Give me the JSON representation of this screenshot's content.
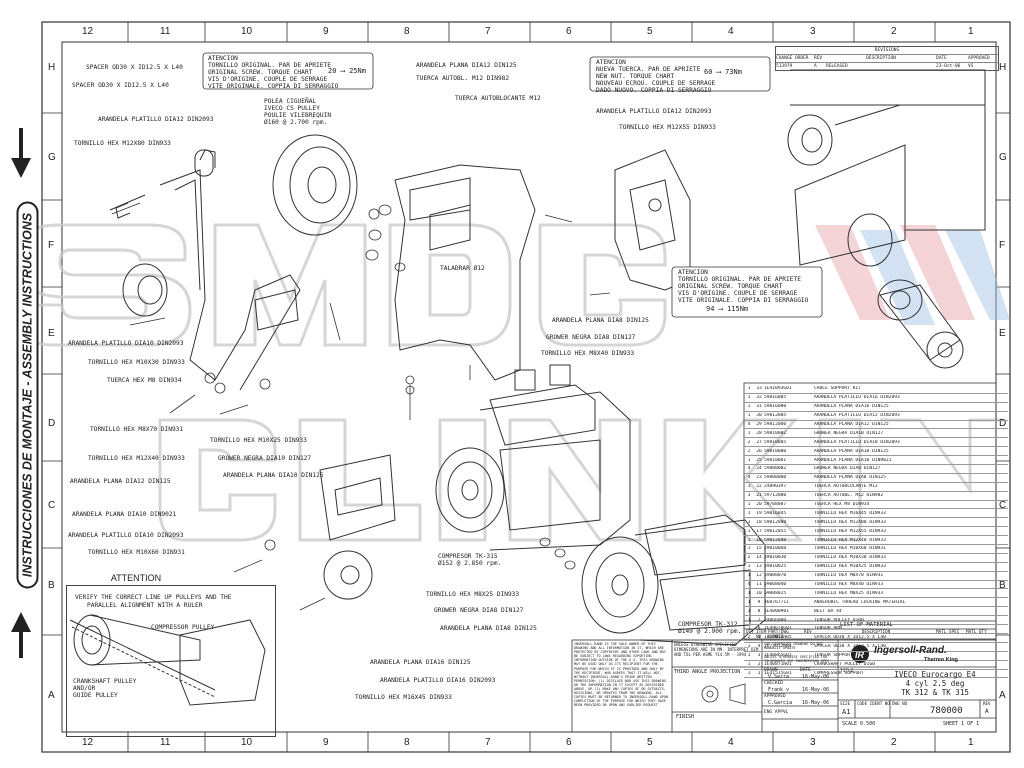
{
  "side_label": "INSTRUCCIONES DE MONTAJE - ASSEMBLY INSTRUCTIONS",
  "grid_top": [
    "12",
    "11",
    "10",
    "9",
    "8",
    "7",
    "6",
    "5",
    "4",
    "3",
    "2",
    "1"
  ],
  "grid_bottom": [
    "12",
    "11",
    "10",
    "9",
    "8",
    "7",
    "6",
    "5",
    "4",
    "3",
    "2",
    "1"
  ],
  "grid_rows": [
    "H",
    "G",
    "F",
    "E",
    "D",
    "C",
    "B",
    "A"
  ],
  "revisions": {
    "title": "REVISIONS",
    "headers": [
      "CHANGE ORDER",
      "REV",
      "DESCRIPTION",
      "DATE",
      "APPROVED"
    ],
    "row": [
      "513979",
      "A",
      "RELEASED",
      "23-Oct-06",
      "VS"
    ]
  },
  "notes": {
    "torque1": {
      "lines": [
        "ATENCION",
        "TORNILLO ORIGINAL. PAR DE APRIETE",
        "ORIGINAL SCREW. TORQUE CHART",
        "VIS D'ORIGINE. COUPLE DE SERRAGE",
        "VITE ORIGINALE. COPPIA DI SERRAGGIO"
      ],
      "value": "20 ⟶ 25Nm"
    },
    "torque2": {
      "lines": [
        "ATENCION",
        "NUEVA TUERCA. PAR DE APRIETE",
        "NEW NUT. TORQUE CHART",
        "NOUVEAU ECROU. COUPLE DE SERRAGE",
        "DADO NUOVO. COPPIA DI SERRAGGIO"
      ],
      "value": "60 ⟶ 73Nm"
    },
    "torque3": {
      "lines": [
        "ATENCION",
        "TORNILLO ORIGINAL. PAR DE APRIETE",
        "ORIGINAL SCREW. TORQUE CHART",
        "VIS D'ORIGINE. COUPLE DE SERRAGE",
        "VITE ORIGINALE. COPPIA DI SERRAGGIO"
      ],
      "value": "94 ⟶ 115Nm"
    }
  },
  "callouts": [
    "SPACER OD30 X ID12.5 X L40",
    "SPACER OD30 X ID12.5 X L40",
    "ARANDELA PLATILLO DIA12 DIN2093",
    "TORNILLO HEX M12X80 DIN933",
    "POLEA CIGUEÑAL",
    "IVECO CS PULLEY",
    "POULIE VILEBREQUIN",
    "Ø160 @ 2.700 rpm.",
    "ARANDELA PLANA DIA12 DIN125",
    "TUERCA AUTOBL. M12 DIN982",
    "TUERCA AUTOBLOCANTE M12",
    "ARANDELA PLATILLO DIA12 DIN2093",
    "TORNILLO HEX M12X55 DIN933",
    "TALADRAR Ø12",
    "ARANDELA PLANA DIA8 DIN125",
    "GROWER NEGRA DIA8 DIN127",
    "TORNILLO HEX M8X40 DIN933",
    "ARANDELA PLATILLO DIA10 DIN2093",
    "TORNILLO HEX M10X30 DIN933",
    "TUERCA HEX M8 DIN934",
    "TORNILLO HEX M8X70 DIN931",
    "TORNILLO HEX M10X25 DIN933",
    "GROWER NEGRA DIA10 DIN127",
    "TORNILLO HEX M12X40 DIN933",
    "ARANDELA PLANA DIA10 DIN125",
    "ARANDELA PLANA DIA12 DIN125",
    "ARANDELA PLANA DIA10 DIN9021",
    "ARANDELA PLATILLO DIA10 DIN2093",
    "TORNILLO HEX M10X60 DIN931",
    "COMPRESOR TK-315",
    "Ø152 @ 2.850 rpm.",
    "TORNILLO HEX M8X25 DIN933",
    "GROWER NEGRA DIA8 DIN127",
    "ARANDELA PLANA DIA8 DIN125",
    "COMPRESOR TK-312",
    "Ø149 @ 2.900 rpm.",
    "ARANDELA PLANA DIA16 DIN125",
    "ARANDELA PLATILLO DIA16 DIN2093",
    "TORNILLO HEX M16X45 DIN933"
  ],
  "attention": {
    "title": "ATTENTION",
    "lines": [
      "VERIFY THE CORRECT LINE UP PULLEYS AND THE",
      "PARALLEL ALIGNMENT WITH A RULER"
    ],
    "compressor_label": "COMPRESSOR PULLEY",
    "crank_label": [
      "CRANKSHAFT PULLEY",
      "AND/OR",
      "GUIDE PULLEY"
    ]
  },
  "bom": {
    "rows": [
      [
        "1",
        "33",
        "1E41093G01",
        "",
        "CABLE SUPPORT KIT"
      ],
      [
        "1",
        "32",
        "59816005",
        "",
        "ARANDELA PLATILLO DIA16 DIN2093"
      ],
      [
        "1",
        "31",
        "59816000",
        "",
        "ARANDELA PLANA DIA16 DIN125"
      ],
      [
        "1",
        "30",
        "59812005",
        "",
        "ARANDELA PLATILLO DIA12 DIN2093"
      ],
      [
        "4",
        "29",
        "59812000",
        "",
        "ARANDELA PLANA DIA12 DIN125"
      ],
      [
        "1",
        "28",
        "59810002",
        "",
        "GROWER NEGRA DIA10 DIN127"
      ],
      [
        "2",
        "27",
        "59810005",
        "",
        "ARANDELA PLATILLO DIA10 DIN2093"
      ],
      [
        "2",
        "26",
        "59810000",
        "",
        "ARANDELA PLANA DIA10 DIN125"
      ],
      [
        "1",
        "25",
        "59810001",
        "",
        "ARANDELA PLANA DIA10 DIN9021"
      ],
      [
        "4",
        "24",
        "59808002",
        "",
        "GROWER NEGRA DIA8 DIN127"
      ],
      [
        "4",
        "23",
        "59808000",
        "",
        "ARANDELA PLANA DIA8 DIN125"
      ],
      [
        "1",
        "22",
        "24090397",
        "",
        "TUERCA AUTOBLOCANTE M12"
      ],
      [
        "3",
        "21",
        "59712000",
        "",
        "TUERCA AUTOBL. M12 DIN982"
      ],
      [
        "1",
        "20",
        "59708007",
        "",
        "TUERCA HEX M8 DIN934"
      ],
      [
        "1",
        "19",
        "59016045",
        "",
        "TORNILLO HEX M16X45 DIN933"
      ],
      [
        "1",
        "18",
        "59012080",
        "",
        "TORNILLO HEX M12X80 DIN933"
      ],
      [
        "1",
        "17",
        "59012055",
        "",
        "TORNILLO HEX M12X55 DIN933"
      ],
      [
        "1",
        "16",
        "59012040",
        "",
        "TORNILLO HEX M12X40 DIN933"
      ],
      [
        "1",
        "15",
        "59010060",
        "",
        "TORNILLO HEX M10X60 DIN931"
      ],
      [
        "2",
        "14",
        "59010030",
        "",
        "TORNILLO HEX M10X30 DIN933"
      ],
      [
        "1",
        "13",
        "59010025",
        "",
        "TORNILLO HEX M10X25 DIN933"
      ],
      [
        "1",
        "12",
        "59008070",
        "",
        "TORNILLO HEX M8X70 DIN931"
      ],
      [
        "4",
        "11",
        "59008040",
        "",
        "TORNILLO HEX M8X40 DIN933"
      ],
      [
        "1",
        "10",
        "59008025",
        "",
        "TORNILLO HEX M8X25 DIN933"
      ],
      [
        "1",
        "9",
        "368767711",
        "",
        "ANAEROBIC THREAD LOCKING MATERIAL"
      ],
      [
        "1",
        "8",
        "1E4000901",
        "",
        "BELT BX 44"
      ],
      [
        "1",
        "7",
        "24066000",
        "",
        "TENSOR PULLEY D100"
      ],
      [
        "1",
        "6",
        "1E49678G01",
        "",
        "TENSOR ARM"
      ],
      [
        "2",
        "5",
        "1E73012H05",
        "",
        "SPACER OD30 X ID12.5 X L40"
      ],
      [
        "1",
        "4",
        "1E73012H04",
        "",
        "SPACER OD30 X ID12.5 X L40"
      ],
      [
        "1",
        "3",
        "1E40865G01",
        "",
        "TENSOR SUPPORT"
      ],
      [
        "1",
        "2",
        "1E40871H01",
        "",
        "CRANKSHAFT PULLEY D160"
      ],
      [
        "1",
        "1",
        "1E41515G01",
        "",
        "COMPRESSOR SUPPORT"
      ]
    ],
    "header": [
      "QTY",
      "ITEM NO",
      "PART/DWG NUMBER",
      "REV",
      "DESCRIPTION",
      "MATL SPEC",
      "MATL QTY"
    ],
    "title": "LIST OF MATERIAL"
  },
  "title_block": {
    "legal": "INGERSOLL-RAND IS THE SOLE OWNER OF THIS DRAWING AND ALL INFORMATION IN IT, WHICH ARE PROTECTED BY COPYRIGHT AND OTHER LAWS AND MAY BE SUBJECT TO LAWS REGARDING EXPORTING INFORMATION OUTSIDE OF THE U.S. THIS DRAWING MAY BE USED ONLY AS ITS RECIPIENT FOR THE PURPOSE FOR WHICH IT IS PROVIDED AND ONLY BY THE RECIPIENT, WHO AGREES THAT IT WILL NOT, WITHOUT INGERSOLL-RAND'S PRIOR WRITTEN PERMISSION: (1) DISCLOSE NOR USE THIS DRAWING OR THE INFORMATION IN IT EXCEPT AS DESCRIBED ABOVE, OR (2) MAKE ANY COPIES OF OR EXTRACTS, REVISIONS, OR UPDATES FROM THE DRAWING. ALL COPIES MUST BE RETURNED TO INGERSOLL-RAND UPON COMPLETION OF THE PURPOSE FOR WHICH THEY HAVE BEEN PROVIDED OR UPON ANY EARLIER REQUEST.",
    "tolerance": "UNLESS OTHERWISE SPECIFIED DIMENSIONS ARE IN MM. INTERPRET DIM AND TOL PER ASME Y14.5M - 1994",
    "projection": "THIRD ANGLE PROJECTION",
    "finish": "FINISH",
    "cad": "CAD GENERATED DRAWING DO NOT MANUALLY UPDATE",
    "unless": "UNLESS OTHERWISE SPECIFIED FOR TOLERANCES SEE ENGINEERING SPEC",
    "drawn_label": "DRAWN",
    "drawn_by": "V.Serra",
    "drawn_date": "16-May-06",
    "checked_label": "CHECKED",
    "checked_by": "Frank v",
    "checked_date": "16-May-06",
    "approved_label": "APPROVED",
    "approved_by": "C.Garcia",
    "approved_date": "16-May-06",
    "eng_label": "ENG APPVL",
    "date_label": "DATE",
    "brand": "Ingersoll-Rand.",
    "brand_sub": "Thermo King",
    "title_label": "TITLE",
    "title_lines": [
      "IVECO Eurocargo E4",
      "4 cyl 2.5 deg",
      "TK 312 & TK 315"
    ],
    "size_label": "SIZE",
    "size": "A1",
    "code_label": "CODE IDENT NO",
    "dwg_label": "DWG NO",
    "dwg_no": "780000",
    "rev_label": "REV",
    "rev": "A",
    "scale": "SCALE 0.500",
    "sheet": "SHEET 1 OF 1"
  }
}
